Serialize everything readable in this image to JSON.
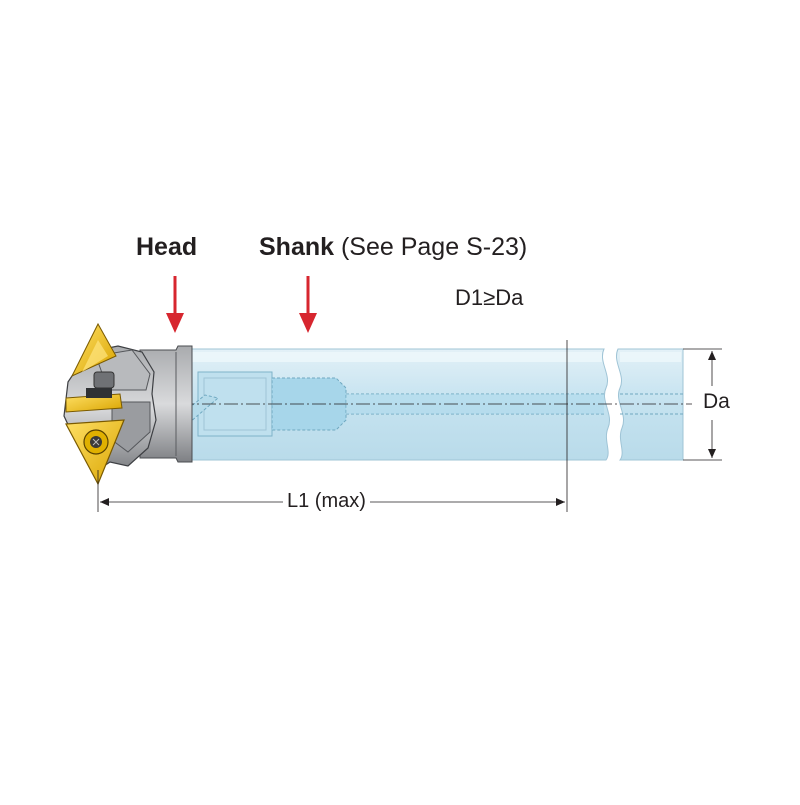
{
  "labels": {
    "head": "Head",
    "shank": "Shank",
    "shank_note": " (See Page S-23)",
    "d1_relation": "D1≥Da",
    "da": "Da",
    "l1": "L1 (max)"
  },
  "colors": {
    "arrow": "#d7262f",
    "shank_fill": "#cfe7f2",
    "shank_edge": "#9fc4d6",
    "bore_fill": "#a7d6ea",
    "head_body": "#8f9195",
    "head_light": "#c9cbce",
    "insert": "#f4c000",
    "dimension_line": "#231f20"
  }
}
